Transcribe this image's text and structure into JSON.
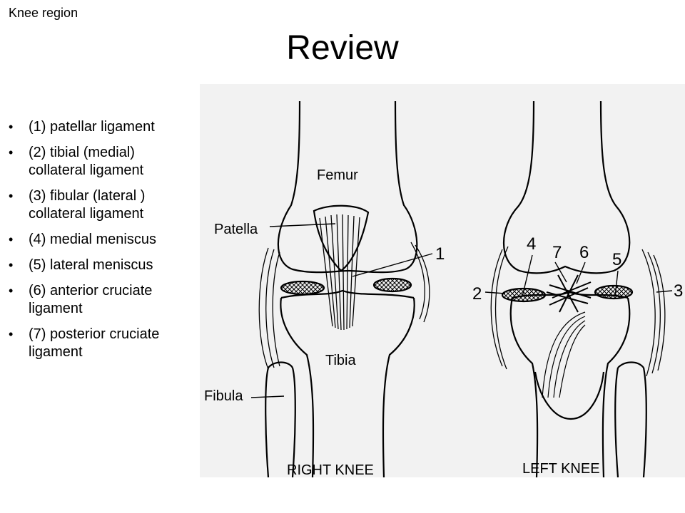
{
  "header": {
    "corner_label": "Knee region",
    "title": "Review"
  },
  "bullets": [
    {
      "line1": "(1) patellar ligament",
      "line2": ""
    },
    {
      "line1": "(2) tibial (medial)",
      "line2": "collateral ligament"
    },
    {
      "line1": "(3) fibular (lateral )",
      "line2": "collateral ligament"
    },
    {
      "line1": "(4) medial meniscus",
      "line2": ""
    },
    {
      "line1": "(5) lateral meniscus",
      "line2": ""
    },
    {
      "line1": "(6) anterior cruciate",
      "line2": "ligament"
    },
    {
      "line1": "(7) posterior cruciate",
      "line2": "ligament"
    }
  ],
  "figure": {
    "labels": {
      "femur": "Femur",
      "patella": "Patella",
      "tibia": "Tibia",
      "fibula": "Fibula",
      "n1": "1",
      "n2": "2",
      "n3": "3",
      "n4": "4",
      "n5": "5",
      "n6": "6",
      "n7": "7",
      "right_knee": "RIGHT KNEE",
      "left_knee": "LEFT KNEE"
    }
  }
}
